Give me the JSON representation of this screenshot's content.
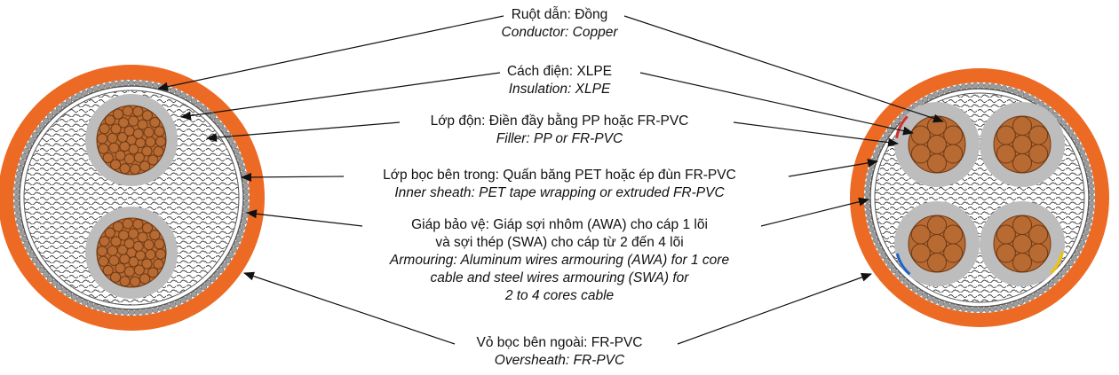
{
  "colors": {
    "oversheath": "#ec6a24",
    "copper": "#b86a33",
    "copper_stroke": "#6e3a15",
    "insulation": "#bdbdbd",
    "filler_bg": "#ffffff",
    "armour": "#9d9d9d",
    "line": "#111111",
    "core_red": "#d32f2f",
    "core_blue": "#1e64c8",
    "core_yellow": "#f2c200"
  },
  "labels": [
    {
      "vi": "Ruột dẫn: Đồng",
      "en": [
        "Conductor: Copper"
      ]
    },
    {
      "vi": "Cách điện: XLPE",
      "en": [
        "Insulation: XLPE"
      ]
    },
    {
      "vi": "Lớp độn: Điền đầy bằng PP hoặc FR-PVC",
      "en": [
        "Filler: PP or FR-PVC"
      ]
    },
    {
      "vi": "Lớp bọc bên trong: Quấn băng PET hoặc ép đùn FR-PVC",
      "en": [
        "Inner sheath: PET tape wrapping or extruded FR-PVC"
      ]
    },
    {
      "vi": "Giáp bảo vệ: Giáp sợi nhôm (AWA) cho cáp 1 lõi",
      "vi2": "và sợi thép (SWA) cho cáp từ 2 đến 4 lõi",
      "en": [
        "Armouring: Aluminum wires armouring (AWA) for 1 core",
        "cable and steel wires armouring (SWA) for",
        "2 to 4 cores cable"
      ]
    },
    {
      "vi": "Vỏ bọc bên ngoài: FR-PVC",
      "en": [
        "Oversheath: FR-PVC"
      ]
    }
  ]
}
